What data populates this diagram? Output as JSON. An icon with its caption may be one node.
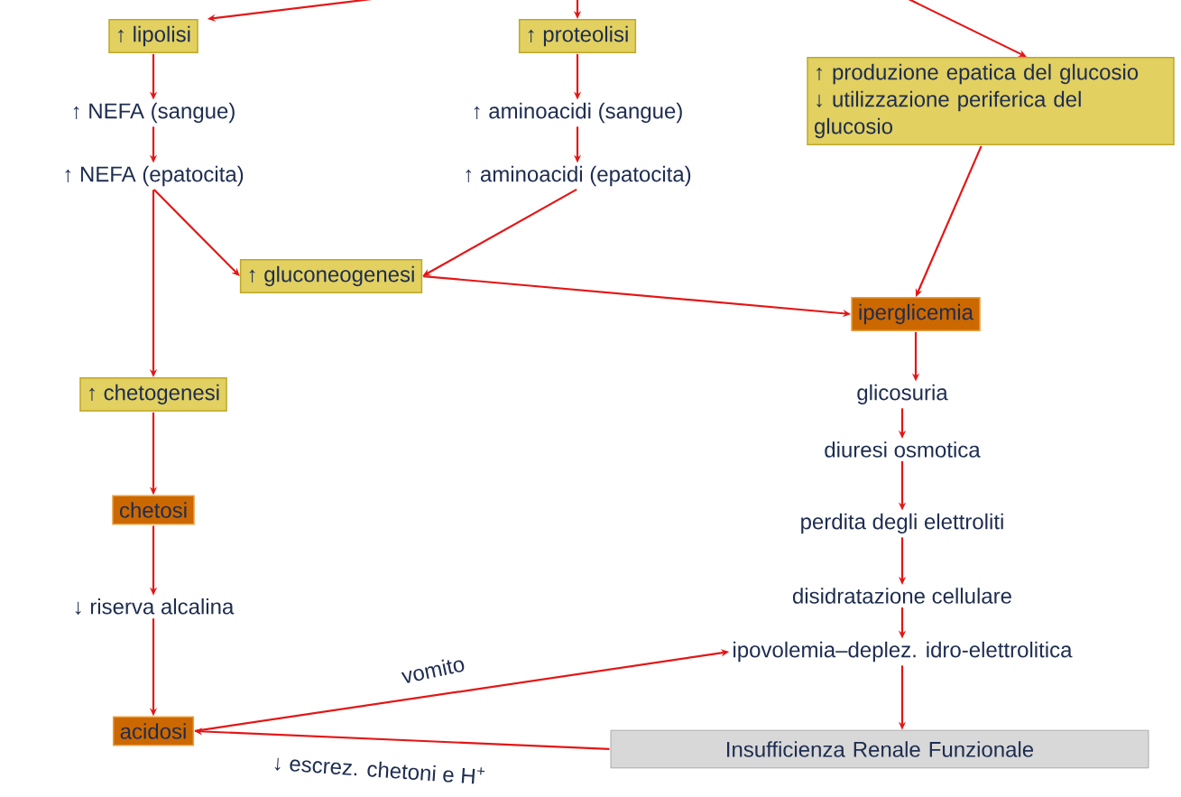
{
  "diagram": {
    "nodes": [
      {
        "text": [
          "↑ lipolisi"
        ]
      },
      {
        "text": [
          "↑ proteolisi"
        ]
      },
      {
        "text": [
          "↑ produzione epatica del glucosio",
          "↓ utilizzazione periferica del glucosio"
        ]
      },
      {
        "text": [
          "↑ NEFA (sangue)"
        ]
      },
      {
        "text": [
          "↑ aminoacidi (sangue)"
        ]
      },
      {
        "text": [
          "↑ NEFA (epatocita)"
        ]
      },
      {
        "text": [
          "↑ aminoacidi (epatocita)"
        ]
      },
      {
        "text": [
          "↑ gluconeogenesi"
        ]
      },
      {
        "text": [
          "iperglicemia"
        ]
      },
      {
        "text": [
          "↑ chetogenesi"
        ]
      },
      {
        "text": [
          "glicosuria"
        ]
      },
      {
        "text": [
          "diuresi osmotica"
        ]
      },
      {
        "text": [
          "chetosi"
        ]
      },
      {
        "text": [
          "perdita degli elettroliti"
        ]
      },
      {
        "text": [
          "disidratazione cellulare"
        ]
      },
      {
        "text": [
          "↓ riserva alcalina"
        ]
      },
      {
        "text": [
          "ipovolemia–deplez. idro-elettrolitica"
        ]
      },
      {
        "text": [
          "acidosi"
        ]
      },
      {
        "text": [
          "Insufficienza Renale Funzionale"
        ]
      }
    ],
    "edges": [
      {
        "from": null,
        "to": 0,
        "arrow": "to"
      },
      {
        "from": null,
        "to": 1,
        "arrow": "to"
      },
      {
        "from": null,
        "to": 2,
        "arrow": "to"
      },
      {
        "from": 0,
        "to": 3,
        "arrow": "to"
      },
      {
        "from": 3,
        "to": 5,
        "arrow": "to"
      },
      {
        "from": 1,
        "to": 4,
        "arrow": "to"
      },
      {
        "from": 4,
        "to": 6,
        "arrow": "to"
      },
      {
        "from": 5,
        "to": 7,
        "arrow": "to"
      },
      {
        "from": 5,
        "to": 9,
        "arrow": "to"
      },
      {
        "from": 6,
        "to": 7,
        "arrow": "to"
      },
      {
        "from": 7,
        "to": 8,
        "arrow": "to"
      },
      {
        "from": 2,
        "to": 8,
        "arrow": "to"
      },
      {
        "from": 8,
        "to": 10,
        "arrow": "to"
      },
      {
        "from": 10,
        "to": 11,
        "arrow": "to"
      },
      {
        "from": 11,
        "to": 13,
        "arrow": "to"
      },
      {
        "from": 13,
        "to": 14,
        "arrow": "to"
      },
      {
        "from": 14,
        "to": 16,
        "arrow": "to"
      },
      {
        "from": 16,
        "to": 18,
        "arrow": "to"
      },
      {
        "from": 9,
        "to": 12,
        "arrow": "to"
      },
      {
        "from": 12,
        "to": 15,
        "arrow": "to"
      },
      {
        "from": 15,
        "to": 17,
        "arrow": "to"
      },
      {
        "from": 17,
        "to": 16,
        "arrow": "to",
        "label": "vomito"
      },
      {
        "from": 18,
        "to": 17,
        "arrow": "to",
        "label": "↓ escrez. chetoni e H$^{+}$"
      }
    ]
  }
}
